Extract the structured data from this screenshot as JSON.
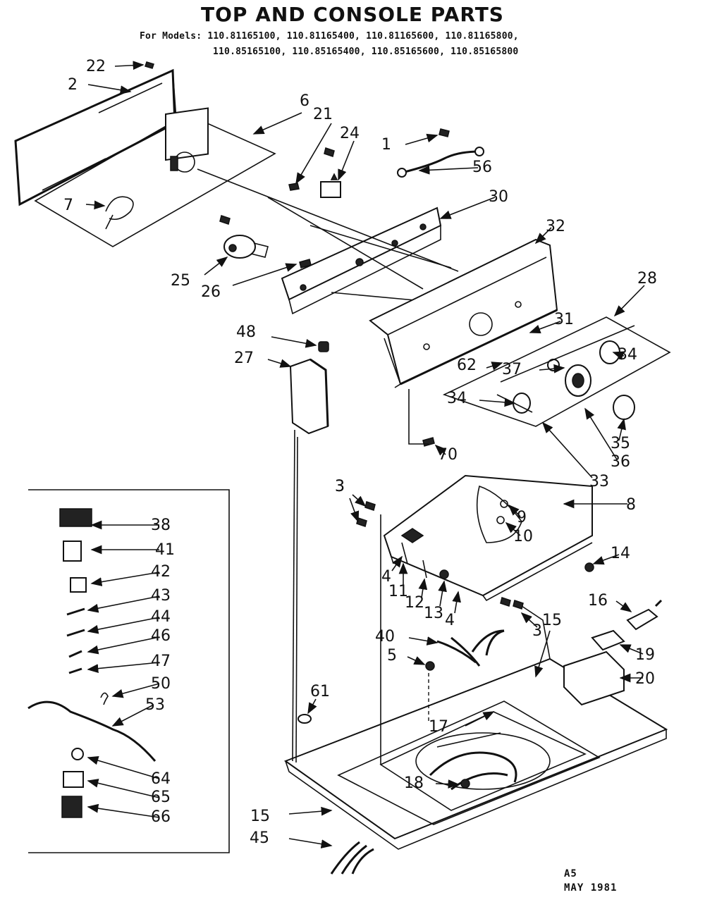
{
  "title": "TOP AND CONSOLE PARTS",
  "models_line1": "For Models: 110.81165100, 110.81165400, 110.81165600, 110.81165800,",
  "models_line2": "110.85165100, 110.85165400, 110.85165600, 110.85165800",
  "stamp_code": "A5",
  "stamp_date": "MAY 1981",
  "callouts": [
    "1",
    "2",
    "3",
    "3",
    "3",
    "4",
    "4",
    "5",
    "6",
    "7",
    "8",
    "9",
    "10",
    "11",
    "12",
    "13",
    "14",
    "15",
    "15",
    "16",
    "17",
    "18",
    "19",
    "20",
    "21",
    "22",
    "24",
    "25",
    "26",
    "27",
    "28",
    "30",
    "31",
    "32",
    "33",
    "34",
    "34",
    "35",
    "36",
    "37",
    "38",
    "40",
    "41",
    "42",
    "43",
    "44",
    "45",
    "46",
    "47",
    "48",
    "50",
    "53",
    "56",
    "61",
    "62",
    "64",
    "65",
    "66",
    "70"
  ]
}
